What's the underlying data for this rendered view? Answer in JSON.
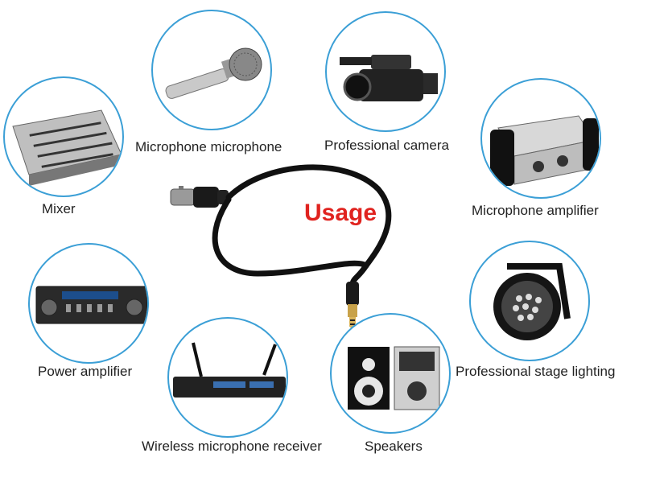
{
  "title": {
    "text": "Usage",
    "color": "#e0231f"
  },
  "items": [
    {
      "label": "Mixer"
    },
    {
      "label": "Microphone microphone"
    },
    {
      "label": "Professional camera"
    },
    {
      "label": "Microphone amplifier"
    },
    {
      "label": "Power amplifier"
    },
    {
      "label": "Professional stage lighting"
    },
    {
      "label": "Wireless microphone receiver"
    },
    {
      "label": "Speakers"
    }
  ],
  "colors": {
    "ring": "#3b9fd6",
    "cable": "#111111"
  }
}
